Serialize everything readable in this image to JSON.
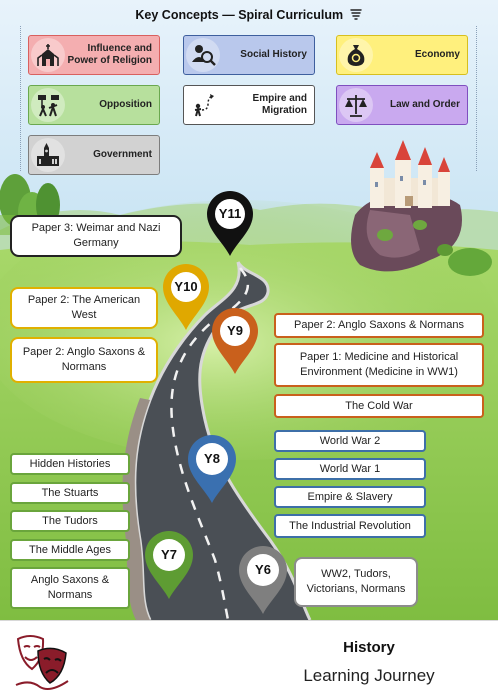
{
  "title": "Key Concepts — Spiral Curriculum",
  "concepts": [
    {
      "label": "Influence and Power of Religion",
      "icon": "church-icon",
      "color": "#f4aeb0",
      "border": "#d9605f"
    },
    {
      "label": "Social History",
      "icon": "people-search-icon",
      "color": "#b9c8ec",
      "border": "#3e5f9e"
    },
    {
      "label": "Economy",
      "icon": "money-bag-icon",
      "color": "#fff07d",
      "border": "#d7bf1e"
    },
    {
      "label": "Opposition",
      "icon": "protest-icon",
      "color": "#b7e09d",
      "border": "#6aa84f"
    },
    {
      "label": "Empire and Migration",
      "icon": "migration-icon",
      "color": "#ffffff",
      "border": "#555555"
    },
    {
      "label": "Law and Order",
      "icon": "scales-icon",
      "color": "#c9a9ef",
      "border": "#7f4fbf"
    },
    {
      "label": "Government",
      "icon": "parliament-icon",
      "color": "#d2d2d2",
      "border": "#7d7d7d"
    }
  ],
  "years": {
    "y11": {
      "badge": "Y11",
      "items": [
        "Paper 3: Weimar and Nazi Germany"
      ]
    },
    "y10": {
      "badge": "Y10",
      "items": [
        "Paper 2: The American West",
        "Paper 2: Anglo Saxons & Normans"
      ]
    },
    "y9": {
      "badge": "Y9",
      "items": [
        "Paper 2: Anglo Saxons & Normans",
        "Paper 1: Medicine and Historical Environment (Medicine in WW1)",
        "The Cold War"
      ]
    },
    "y8": {
      "badge": "Y8",
      "items": [
        "World War 2",
        "World War 1",
        "Empire & Slavery",
        "The Industrial Revolution"
      ]
    },
    "y7": {
      "badge": "Y7",
      "items": [
        "Hidden Histories",
        "The Stuarts",
        "The Tudors",
        "The Middle Ages",
        "Anglo Saxons & Normans"
      ]
    },
    "y6": {
      "badge": "Y6",
      "items": [
        "WW2, Tudors, Victorians, Normans"
      ]
    }
  },
  "pin_colors": {
    "y11": "#111111",
    "y10": "#e0a800",
    "y9": "#c9601c",
    "y8": "#3a70b0",
    "y7": "#5e9c33",
    "y6": "#7f7f7f"
  },
  "footer": {
    "title": "History",
    "subtitle": "Learning Journey"
  }
}
